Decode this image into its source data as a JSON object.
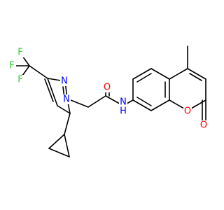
{
  "molecule": {
    "colors": {
      "bond": "#000000",
      "fluorine": "#33cc33",
      "nitrogen": "#0000ff",
      "oxygen": "#ff0000"
    },
    "atoms": {
      "f1": "F",
      "f2": "F",
      "f3": "F",
      "n_ring_1": "N",
      "n_ring_2": "N",
      "o_amide": "O",
      "n_amide": "N",
      "h_amide": "H",
      "o_ring": "O",
      "o_carbonyl": "O"
    }
  }
}
